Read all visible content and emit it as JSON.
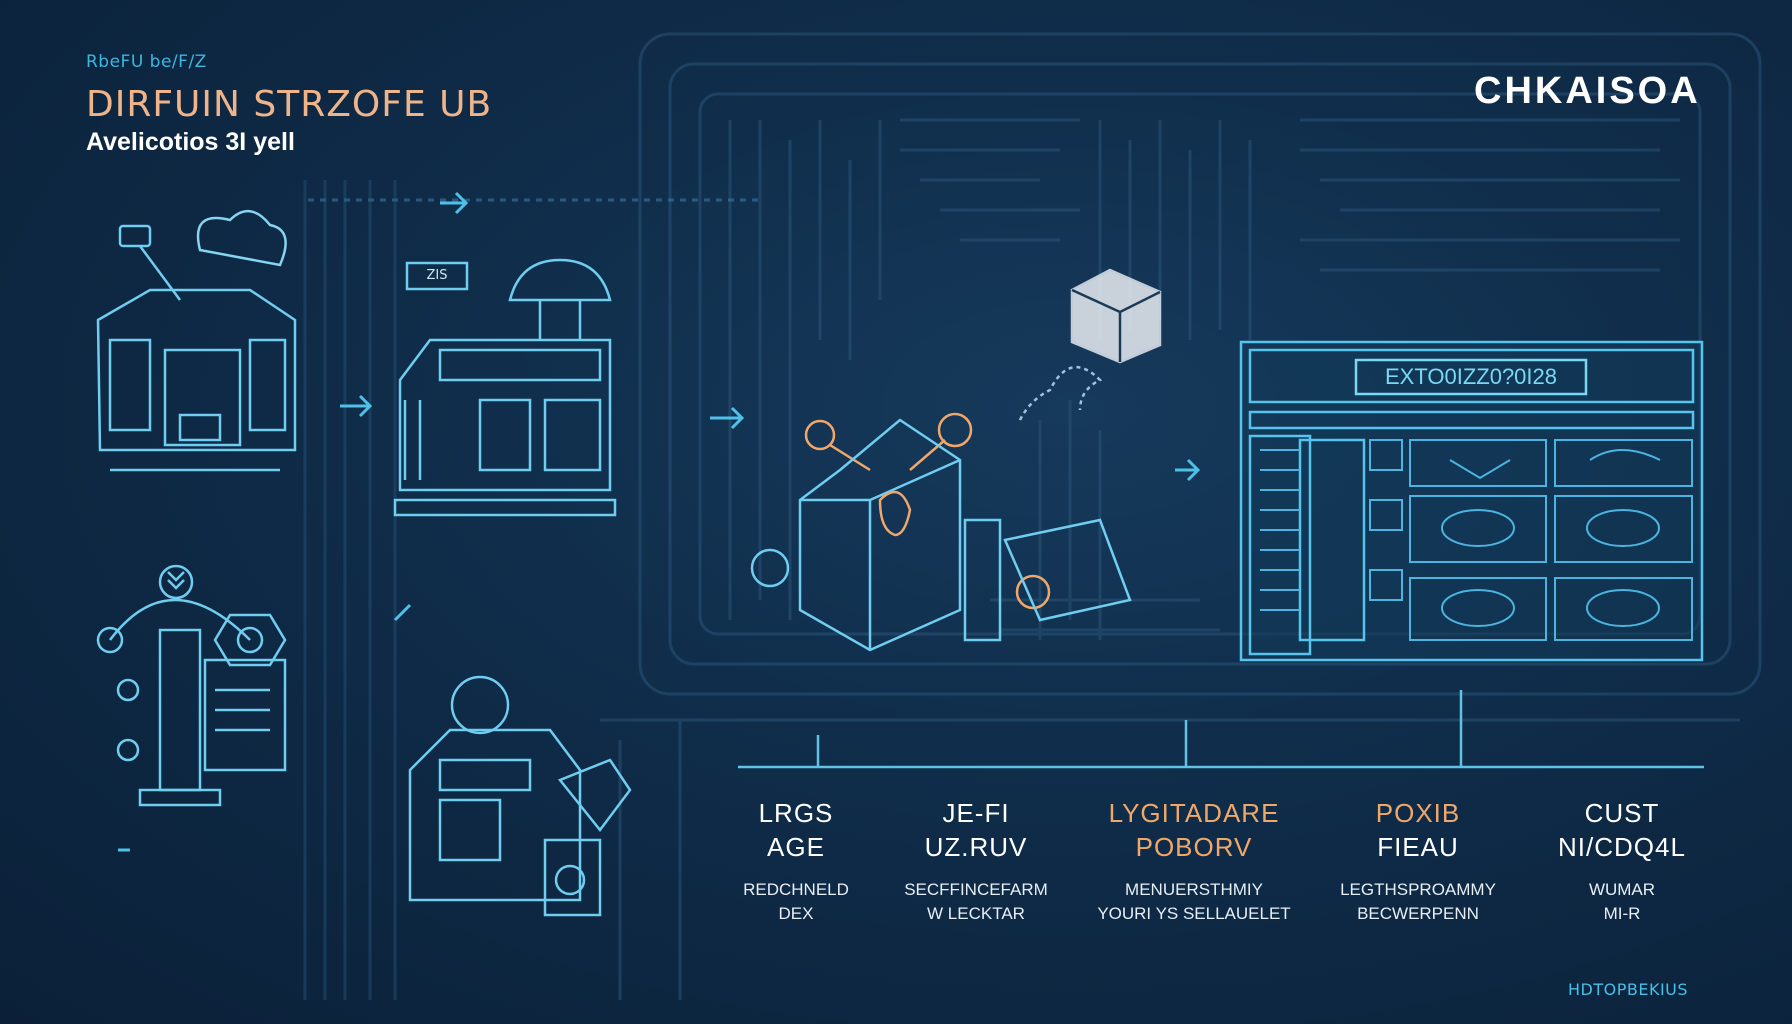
{
  "header": {
    "kicker": "RbeFU be/F/Z",
    "title": "DIRFUIN STRZOFE UB",
    "subtitle": "Avelicotios 3I yell"
  },
  "logo": "CHKAISOA",
  "screen": {
    "title": "EXTO0IZZ0?0I28"
  },
  "illustration_label": "ZIS",
  "steps": [
    {
      "title_line1": "LRGS",
      "title_line2": "AGE",
      "desc_line1": "REDCHNELD",
      "desc_line2": "DEX",
      "color": "#ffffff"
    },
    {
      "title_line1": "JE-FI",
      "title_line2": "UZ.RUV",
      "desc_line1": "SECFFINCEFARM",
      "desc_line2": "W LECKTAR",
      "color": "#ffffff"
    },
    {
      "title_line1": "LYGITADARE",
      "title_line2": "POBORV",
      "desc_line1": "MENUERSTHMIY",
      "desc_line2": "YOURI YS SELLAUELET",
      "color": "#f0a86a"
    },
    {
      "title_line1": "POXIB",
      "title_line2": "FIEAU",
      "desc_line1": "LEGTHSPROAMMY",
      "desc_line2": "BECWERPENN",
      "color": "#f0a86a"
    },
    {
      "title_line1": "CUST",
      "title_line2": "NI/CDQ4L",
      "desc_line1": "WUMAR",
      "desc_line2": "MI-R",
      "color": "#ffffff"
    }
  ],
  "footer": "HDTOPBEKIUS",
  "colors": {
    "accent": "#3fb6e0",
    "orange": "#f0a86a",
    "line": "#5fc3e4"
  }
}
